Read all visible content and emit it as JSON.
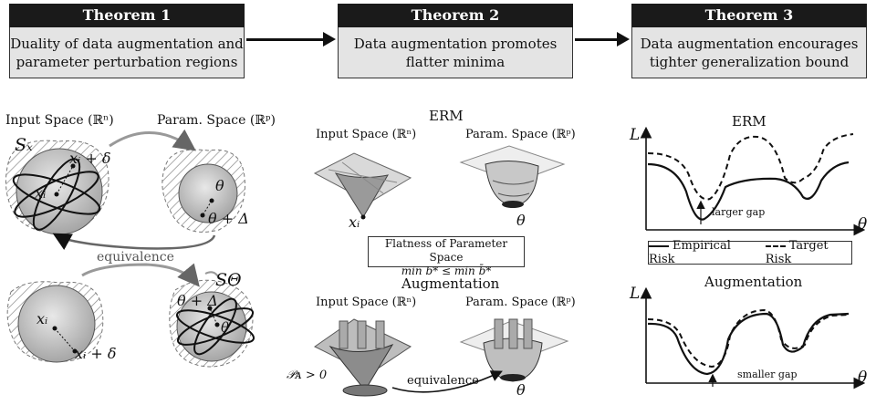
{
  "theorems": [
    {
      "title": "Theorem 1",
      "line1": "Duality of data augmentation and",
      "line2": "parameter perturbation regions"
    },
    {
      "title": "Theorem 2",
      "line1": "Data augmentation promotes",
      "line2": "flatter minima"
    },
    {
      "title": "Theorem 3",
      "line1": "Data augmentation encourages",
      "line2": "tighter generalization bound"
    }
  ],
  "left": {
    "input_space": "Input Space (ℝⁿ)",
    "param_space": "Param. Space (ℝᵖ)",
    "sx": "Sₓ",
    "stheta": "SΘ",
    "xi": "xᵢ",
    "xi_delta": "xᵢ + δ",
    "theta": "θ",
    "theta_delta": "θ + Δ",
    "equivalence": "equivalence"
  },
  "middle": {
    "erm": "ERM",
    "augmentation": "Augmentation",
    "input_space": "Input Space (ℝⁿ)",
    "param_space": "Param. Space (ℝᵖ)",
    "xi": "xᵢ",
    "theta": "θ",
    "flatness_line1": "Flatness of Parameter Space",
    "flatness_line2": "min b* ≤ min b̄*",
    "p_label": "𝒫ᴀ > 0",
    "equivalence": "equivalence"
  },
  "right": {
    "erm": "ERM",
    "augmentation": "Augmentation",
    "L": "L",
    "theta": "θ",
    "larger_gap": "larger gap",
    "smaller_gap": "smaller gap",
    "legend_empirical": "Empirical Risk",
    "legend_target": "Target Risk"
  }
}
